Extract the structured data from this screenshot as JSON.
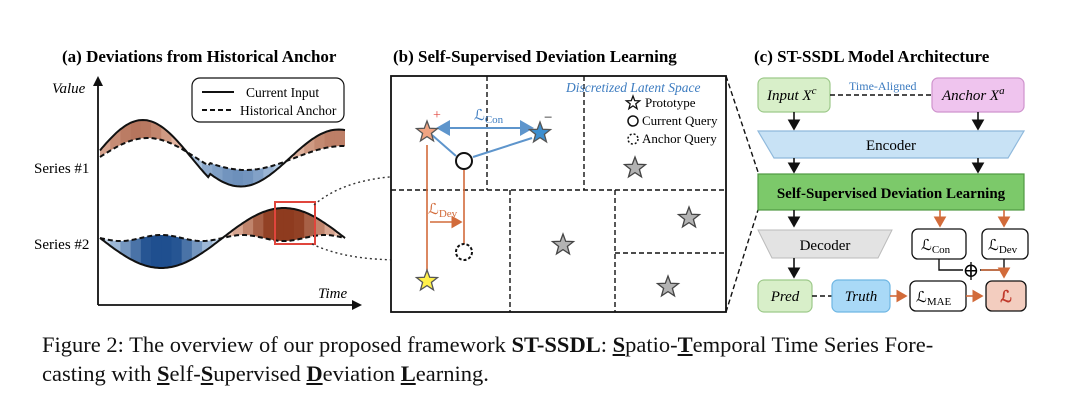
{
  "panel_a": {
    "title": "(a) Deviations from Historical Anchor",
    "y_axis_label": "Value",
    "x_axis_label": "Time",
    "legend": {
      "current": "Current Input",
      "anchor": "Historical Anchor"
    },
    "series_1_label": "Series #1",
    "series_2_label": "Series #2"
  },
  "panel_b": {
    "title": "(b) Self-Supervised Deviation Learning",
    "space_label": "Discretized Latent Space",
    "legend": {
      "prototype": "Prototype",
      "current_query": "Current Query",
      "anchor_query": "Anchor Query"
    },
    "loss_con": {
      "main": "ℒ",
      "sub": "Con"
    },
    "loss_dev": {
      "main": "ℒ",
      "sub": "Dev"
    },
    "plus": "+",
    "minus": "−"
  },
  "panel_c": {
    "title": "(c) ST-SSDL Model Architecture",
    "input": {
      "main": "Input X",
      "sup": "c"
    },
    "anchor": {
      "main": "Anchor X",
      "sup": "a"
    },
    "time_aligned": "Time-Aligned",
    "encoder": "Encoder",
    "ssdl": "Self-Supervised Deviation Learning",
    "decoder": "Decoder",
    "loss_con": {
      "main": "ℒ",
      "sub": "Con"
    },
    "loss_dev": {
      "main": "ℒ",
      "sub": "Dev"
    },
    "pred": "Pred",
    "truth": "Truth",
    "loss_mae": {
      "main": "ℒ",
      "sub": "MAE"
    },
    "loss_total": "ℒ",
    "plus_op": "⊕"
  },
  "caption": {
    "prefix": "Figure 2: The overview of our proposed framework ",
    "model": "ST-SSDL",
    "colon": ": ",
    "s1": "S",
    "r1": "patio-",
    "t1": "T",
    "r2": "emporal Time Series Fore-",
    "line2_a": "casting with ",
    "s2": "S",
    "r3": "elf-",
    "s3": "S",
    "r4": "upervised ",
    "d1": "D",
    "r5": "eviation ",
    "l1": "L",
    "r6": "earning."
  },
  "colors": {
    "orange_star": "#f0a482",
    "blue_star": "#3d8fd0",
    "yellow_star": "#fff04a",
    "green_box": "#d8efc9",
    "green_ssdl": "#7cc96a",
    "pink_box": "#efc4ee",
    "blue_box": "#a9d9f7",
    "encoder_fill": "#c8e2f5",
    "red_loss": "#f3cdbf",
    "accent_orange": "#d26b3a",
    "accent_blue": "#5e95cc"
  }
}
